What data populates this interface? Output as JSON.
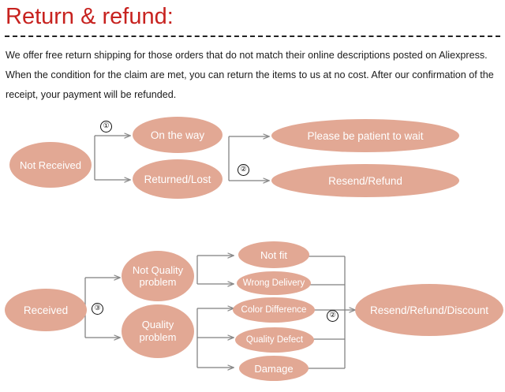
{
  "header": {
    "title": "Return & refund:",
    "title_color": "#c7221f",
    "divider_style": "dashed"
  },
  "body": {
    "paragraph": "We offer free return shipping for  those orders that do not  match their online descriptions  posted on Aliexpress. When the condition for the claim are met, you can return the items to us at no cost. After our confirmation of the receipt, your payment will be refunded."
  },
  "theme": {
    "node_fill": "#e2a894",
    "node_text": "#ffffff",
    "connector": "#7f7f7f",
    "marker_border": "#111111"
  },
  "chart_data": {
    "type": "diagram",
    "title": "Return & refund process flowcharts",
    "diagrams": [
      {
        "name": "not-received-flow",
        "nodes": [
          {
            "id": "not-received",
            "label": "Not Received",
            "stage": 1
          },
          {
            "id": "on-the-way",
            "label": "On the way",
            "stage": 2
          },
          {
            "id": "returned-lost",
            "label": "Returned/Lost",
            "stage": 2
          },
          {
            "id": "please-be-patient",
            "label": "Please be patient to wait",
            "stage": 3
          },
          {
            "id": "resend-refund",
            "label": "Resend/Refund",
            "stage": 3
          }
        ],
        "markers": [
          {
            "id": "marker-1",
            "label": "①"
          },
          {
            "id": "marker-2",
            "label": "②"
          }
        ],
        "edges": [
          {
            "from": "not-received",
            "to": "on-the-way",
            "marker": "①"
          },
          {
            "from": "not-received",
            "to": "returned-lost",
            "marker": "①"
          },
          {
            "from": "on-the-way",
            "to": "please-be-patient",
            "marker": "②"
          },
          {
            "from": "returned-lost",
            "to": "resend-refund",
            "marker": "②"
          }
        ]
      },
      {
        "name": "received-flow",
        "nodes": [
          {
            "id": "received",
            "label": "Received",
            "stage": 1
          },
          {
            "id": "not-quality-problem",
            "label": "Not Quality problem",
            "stage": 2
          },
          {
            "id": "quality-problem",
            "label": "Quality problem",
            "stage": 2
          },
          {
            "id": "not-fit",
            "label": "Not fit",
            "stage": 3
          },
          {
            "id": "wrong-delivery",
            "label": "Wrong Delivery",
            "stage": 3
          },
          {
            "id": "color-difference",
            "label": "Color Difference",
            "stage": 3
          },
          {
            "id": "quality-defect",
            "label": "Quality Defect",
            "stage": 3
          },
          {
            "id": "damage",
            "label": "Damage",
            "stage": 3
          },
          {
            "id": "resend-refund-discount",
            "label": "Resend/Refund/Discount",
            "stage": 4
          }
        ],
        "markers": [
          {
            "id": "marker-3",
            "label": "③"
          },
          {
            "id": "marker-2b",
            "label": "②"
          }
        ],
        "edges": [
          {
            "from": "received",
            "to": "not-quality-problem",
            "marker": "③"
          },
          {
            "from": "received",
            "to": "quality-problem",
            "marker": "③"
          },
          {
            "from": "not-quality-problem",
            "to": "not-fit"
          },
          {
            "from": "not-quality-problem",
            "to": "wrong-delivery"
          },
          {
            "from": "quality-problem",
            "to": "color-difference"
          },
          {
            "from": "quality-problem",
            "to": "quality-defect"
          },
          {
            "from": "quality-problem",
            "to": "damage"
          },
          {
            "from": "not-fit",
            "to": "resend-refund-discount",
            "marker": "②"
          },
          {
            "from": "wrong-delivery",
            "to": "resend-refund-discount",
            "marker": "②"
          },
          {
            "from": "color-difference",
            "to": "resend-refund-discount",
            "marker": "②"
          },
          {
            "from": "quality-defect",
            "to": "resend-refund-discount",
            "marker": "②"
          },
          {
            "from": "damage",
            "to": "resend-refund-discount",
            "marker": "②"
          }
        ]
      }
    ]
  },
  "flow1": {
    "not_received": "Not Received",
    "on_the_way": "On the way",
    "returned_lost": "Returned/Lost",
    "please_be_patient": "Please be patient to wait",
    "resend_refund": "Resend/Refund",
    "marker_1": "①",
    "marker_2": "②"
  },
  "flow2": {
    "received": "Received",
    "not_quality_problem": "Not Quality problem",
    "quality_problem": "Quality problem",
    "not_fit": "Not fit",
    "wrong_delivery": "Wrong Delivery",
    "color_difference": "Color Difference",
    "quality_defect": "Quality Defect",
    "damage": "Damage",
    "resend_refund_discount": "Resend/Refund/Discount",
    "marker_3": "③",
    "marker_2": "②"
  }
}
